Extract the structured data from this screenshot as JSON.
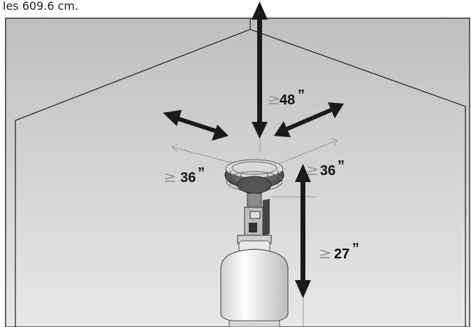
{
  "caption": "les 609.6 cm.",
  "dimensions": {
    "ceiling": {
      "symbol": "≥",
      "value": "48",
      "unit": "”"
    },
    "left_side": {
      "symbol": "≥",
      "value": "36",
      "unit": "”"
    },
    "right_side": {
      "symbol": "≥",
      "value": "36",
      "unit": "”"
    },
    "floor": {
      "symbol": "≥",
      "value": "27",
      "unit": "”"
    }
  },
  "colors": {
    "wall": "#c9c9c9",
    "wall_light": "#e4e4e4",
    "outline": "#333333",
    "arrow": "#1a1a1a",
    "guide_line": "#9a9a9a"
  }
}
